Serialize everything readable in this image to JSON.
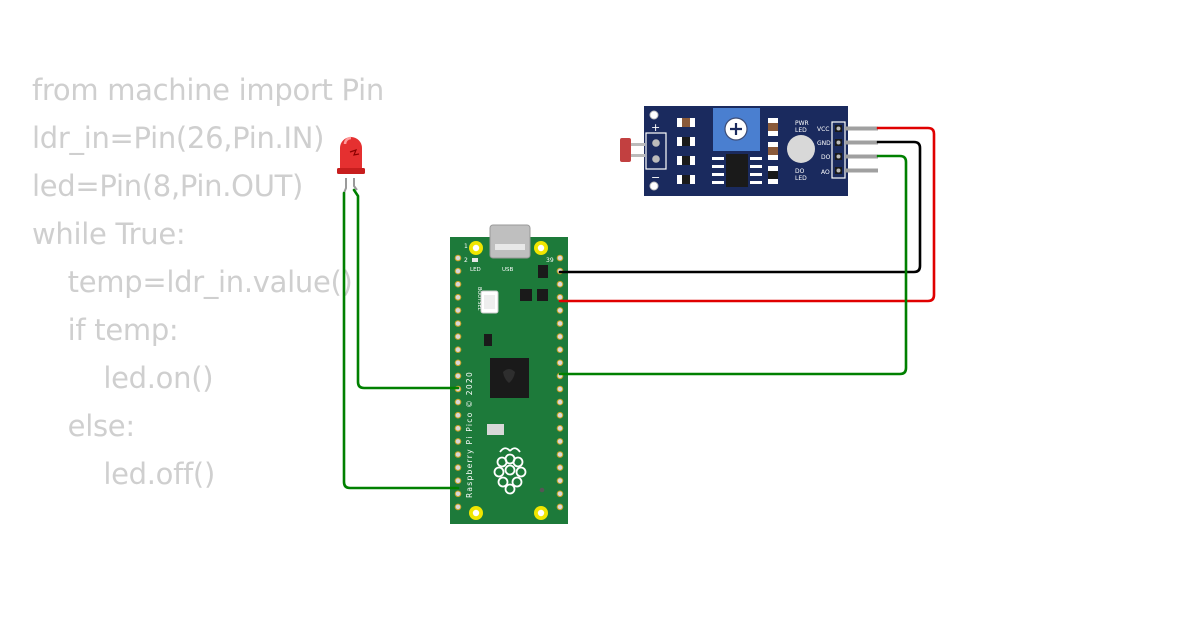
{
  "code": {
    "lines": [
      "from machine import Pin",
      "ldr_in=Pin(26,Pin.IN)",
      "led=Pin(8,Pin.OUT)",
      "while True:",
      "    temp=ldr_in.value()",
      "    if temp:",
      "        led.on()",
      "    else:",
      "        led.off()"
    ]
  },
  "pico": {
    "pin_1": "1",
    "pin_2": "2",
    "pin_39": "39",
    "led_label": "LED",
    "usb_label": "USB",
    "bootsel_label": "BOOTSEL",
    "board_name": "Raspberry Pi Pico © 2020"
  },
  "ldr_module": {
    "plus_label": "+",
    "minus_label": "−",
    "pwr_led_label": [
      "PWR",
      "LED"
    ],
    "do_led_label": [
      "DO",
      "LED"
    ],
    "pins": [
      "VCC",
      "GND",
      "DO",
      "AO"
    ]
  },
  "colors": {
    "wire_black": "#000000",
    "wire_red": "#e00000",
    "wire_green": "#008000",
    "pico_green": "#1d7a3a",
    "module_blue": "#1a2a5e",
    "led_red": "#e53030",
    "code_gray": "#cfcfcf"
  }
}
